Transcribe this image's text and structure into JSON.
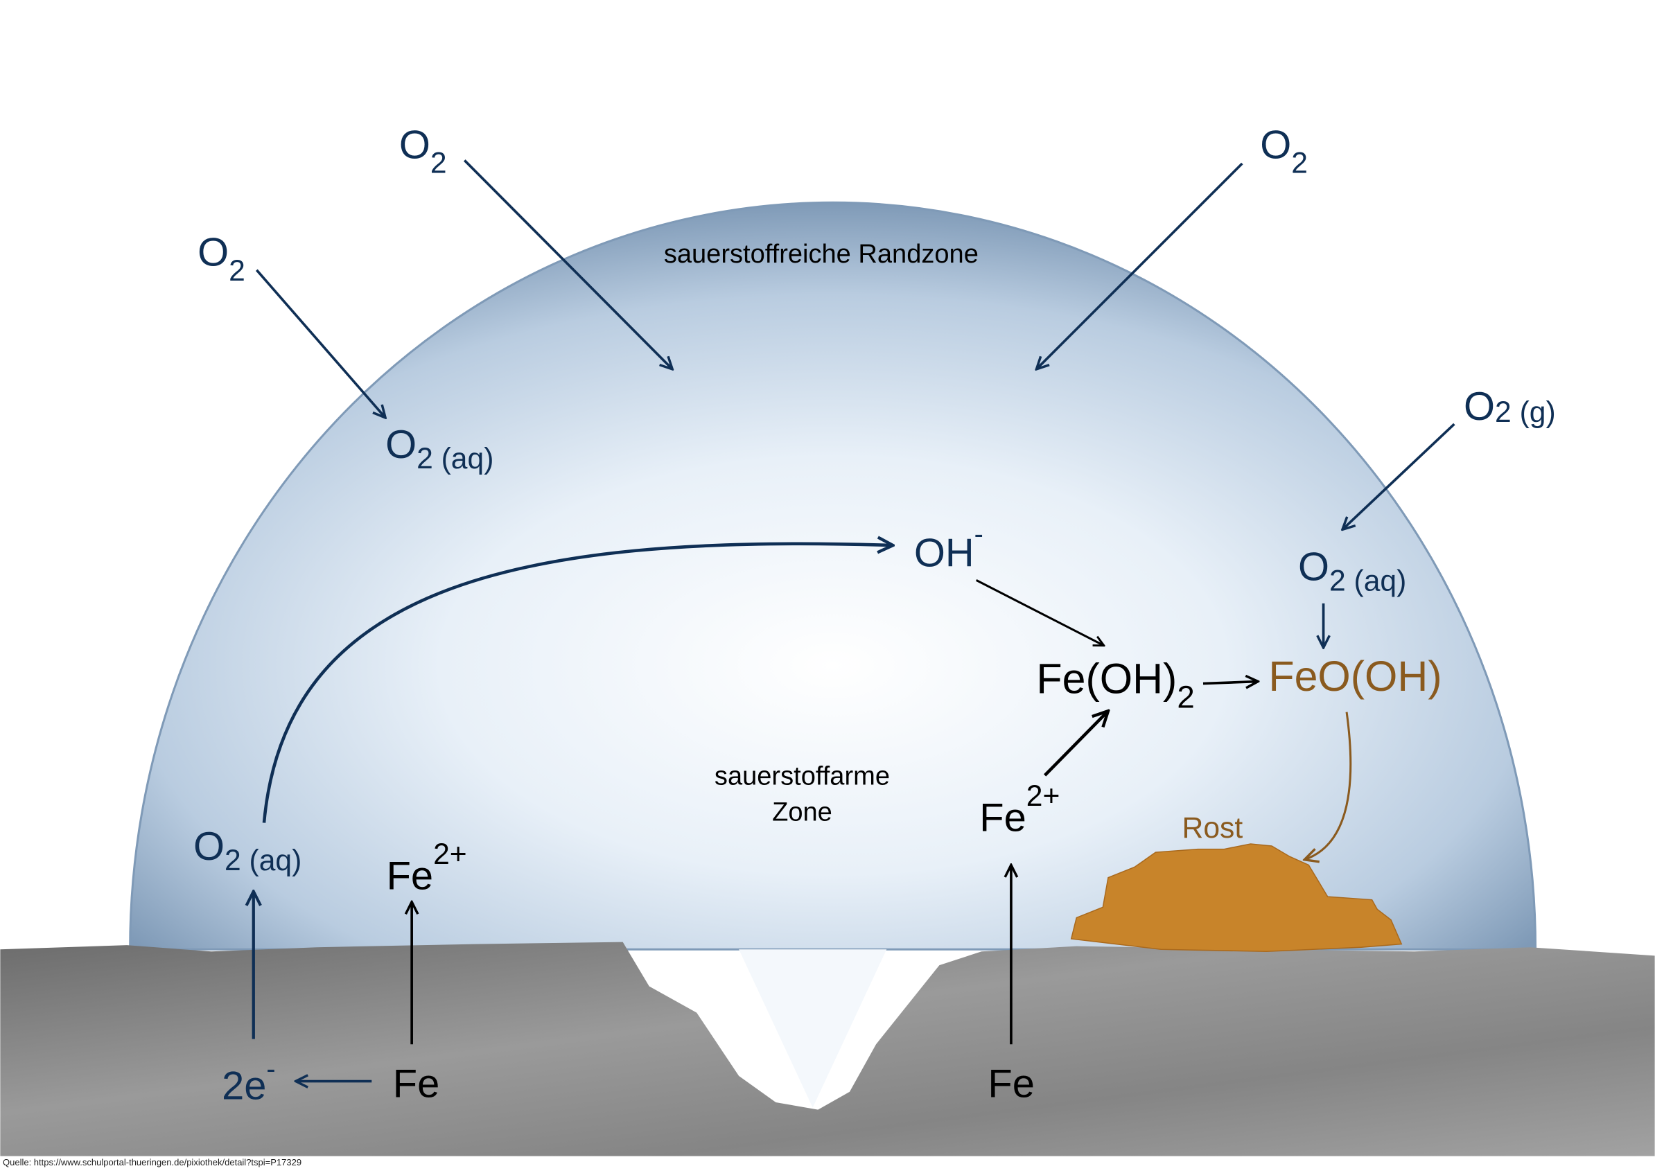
{
  "colors": {
    "navy": "#0f2f55",
    "rust": "#8a5a1e",
    "black": "#000000",
    "rust_fill": "#c8842a"
  },
  "zones": {
    "rich": "sauerstoffreiche Randzone",
    "poor_line1": "sauerstoffarme",
    "poor_line2": "Zone"
  },
  "labels": {
    "o2_top_left": {
      "main": "O",
      "sub": "2"
    },
    "o2_left": {
      "main": "O",
      "sub": "2"
    },
    "o2_top_right": {
      "main": "O",
      "sub": "2"
    },
    "o2_g": {
      "main": "O",
      "sub": "2 (g)"
    },
    "o2_aq_left_upper": {
      "main": "O",
      "sub": "2 (aq)"
    },
    "o2_aq_right": {
      "main": "O",
      "sub": "2 (aq)"
    },
    "o2_aq_bottom": {
      "main": "O",
      "sub": "2 (aq)"
    },
    "oh": {
      "main": "OH",
      "sup": "-"
    },
    "feoh2": {
      "main": "Fe(OH)",
      "sub": "2"
    },
    "feooh": "FeO(OH)",
    "rost": "Rost",
    "fe2_left": {
      "main": "Fe",
      "sup": "2+"
    },
    "fe2_right": {
      "main": "Fe",
      "sup": "2+"
    },
    "fe_left": "Fe",
    "fe_right": "Fe",
    "electrons": {
      "main": "2e",
      "sup": "-"
    }
  },
  "source": "Quelle: https://www.schulportal-thueringen.de/pixiothek/detail?tspi=P17329"
}
